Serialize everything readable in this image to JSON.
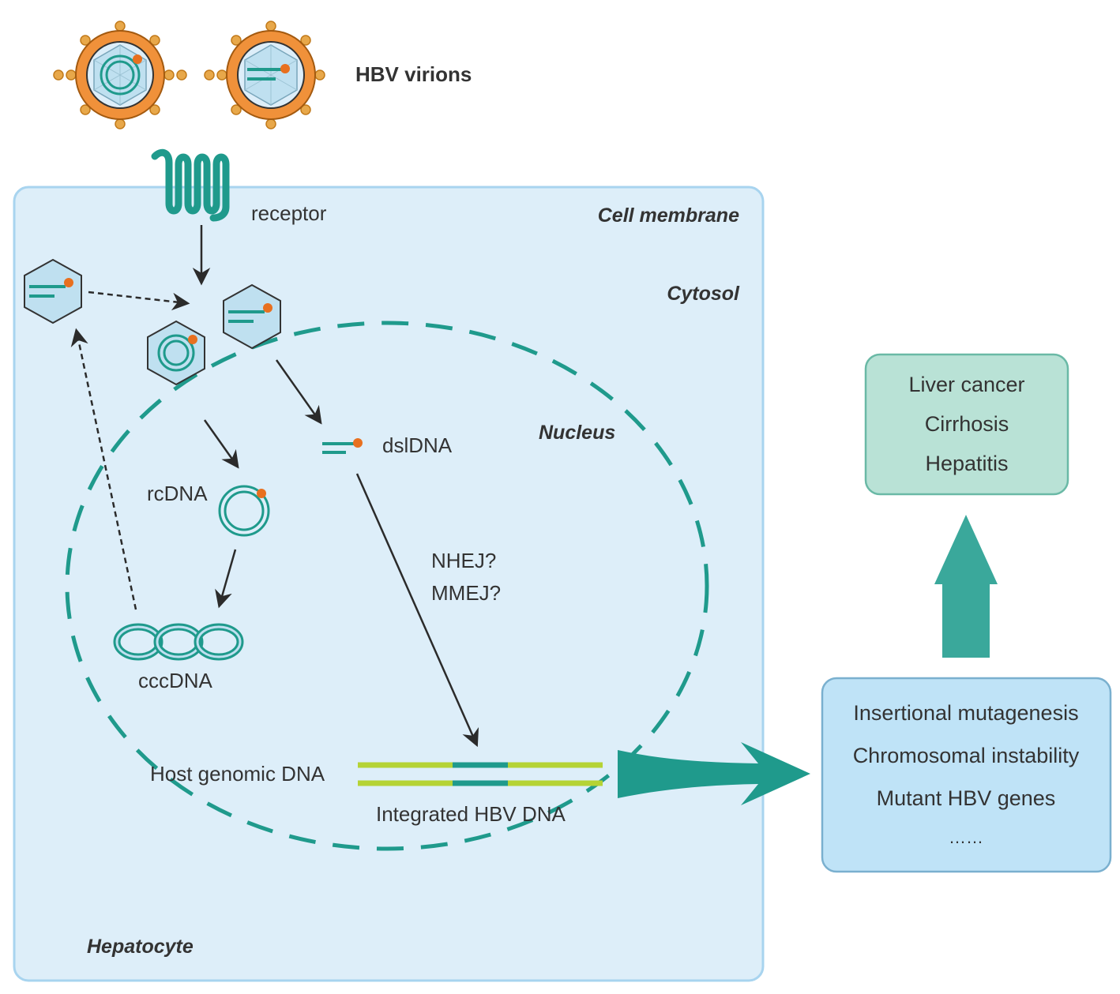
{
  "labels": {
    "hbv_virions": "HBV virions",
    "receptor": "receptor",
    "cell_membrane": "Cell membrane",
    "cytosol": "Cytosol",
    "nucleus": "Nucleus",
    "hepatocyte": "Hepatocyte",
    "dsldna": "dslDNA",
    "rcdna": "rcDNA",
    "cccdna": "cccDNA",
    "nhej": "NHEJ?",
    "mmej": "MMEJ?",
    "host_genomic_dna": "Host genomic DNA",
    "integrated_hbv_dna": "Integrated HBV DNA"
  },
  "outcomes_box": {
    "items": [
      "Insertional mutagenesis",
      "Chromosomal instability",
      "Mutant HBV genes",
      "……"
    ]
  },
  "disease_box": {
    "items": [
      "Liver cancer",
      "Cirrhosis",
      "Hepatitis"
    ]
  },
  "colors": {
    "cell_fill": "#ddeef9",
    "cell_stroke": "#a8d4ef",
    "teal": "#1f9a8c",
    "orange_envelope": "#f0913a",
    "orange_dot": "#e8701f",
    "host_dna": "#b5d335",
    "outcomes_fill": "#bfe3f7",
    "disease_fill": "#b9e2d6",
    "big_arrow": "#3aa89b"
  }
}
